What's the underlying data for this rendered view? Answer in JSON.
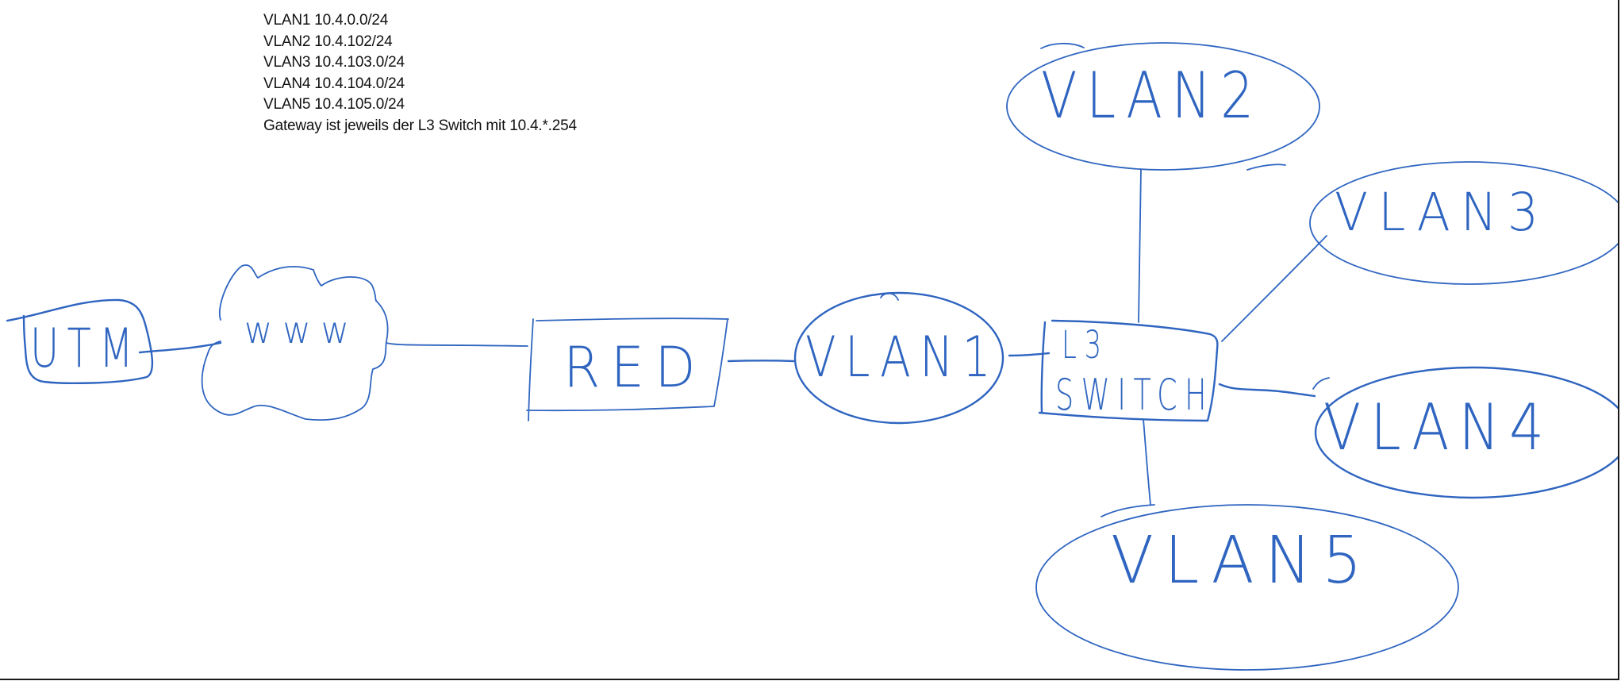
{
  "notes": {
    "lines": [
      "VLAN1 10.4.0.0/24",
      "VLAN2 10.4.102/24",
      "VLAN3 10.4.103.0/24",
      "VLAN4 10.4.104.0/24",
      "VLAN5 10.4.105.0/24",
      "Gateway ist jeweils der L3 Switch mit 10.4.*.254"
    ]
  },
  "diagram": {
    "ink_color": "#2f65c0",
    "nodes": {
      "utm": {
        "label": "UTM",
        "shape": "rounded-box"
      },
      "www": {
        "label": "www",
        "shape": "cloud"
      },
      "red": {
        "label": "RED",
        "shape": "box"
      },
      "vlan1": {
        "label": "VLAN1",
        "shape": "ellipse"
      },
      "l3switch": {
        "label_line1": "L3",
        "label_line2": "SWITCH",
        "shape": "box"
      },
      "vlan2": {
        "label": "VLAN2",
        "shape": "ellipse"
      },
      "vlan3": {
        "label": "VLAN3",
        "shape": "ellipse"
      },
      "vlan4": {
        "label": "VLAN4",
        "shape": "ellipse"
      },
      "vlan5": {
        "label": "VLAN5",
        "shape": "ellipse"
      }
    },
    "links": [
      [
        "utm",
        "www"
      ],
      [
        "www",
        "red"
      ],
      [
        "red",
        "vlan1"
      ],
      [
        "vlan1",
        "l3switch"
      ],
      [
        "l3switch",
        "vlan2"
      ],
      [
        "l3switch",
        "vlan3"
      ],
      [
        "l3switch",
        "vlan4"
      ],
      [
        "l3switch",
        "vlan5"
      ]
    ]
  }
}
